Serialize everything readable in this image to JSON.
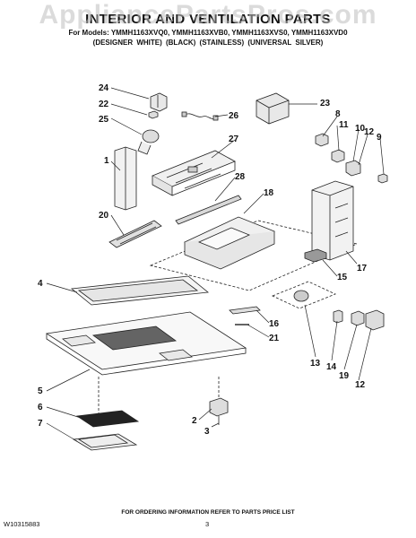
{
  "header": {
    "title": "INTERIOR AND VENTILATION PARTS",
    "models": "For Models: YMMH1163XVQ0, YMMH1163XVB0, YMMH1163XVS0, YMMH1163XVD0",
    "variants": "(DESIGNER WHITE)     (BLACK)     (STAINLESS)  (UNIVERSAL SILVER)"
  },
  "watermark": "AppliancePartsPros.com",
  "callouts": [
    "24",
    "22",
    "25",
    "26",
    "1",
    "20",
    "27",
    "28",
    "18",
    "23",
    "8",
    "11",
    "10",
    "12",
    "9",
    "17",
    "15",
    "4",
    "16",
    "21",
    "13",
    "14",
    "19",
    "12",
    "5",
    "6",
    "7",
    "2",
    "3"
  ],
  "footer": {
    "ordering_note": "FOR ORDERING INFORMATION REFER TO PARTS PRICE LIST",
    "doc_number": "W10315883",
    "page_number": "3"
  }
}
